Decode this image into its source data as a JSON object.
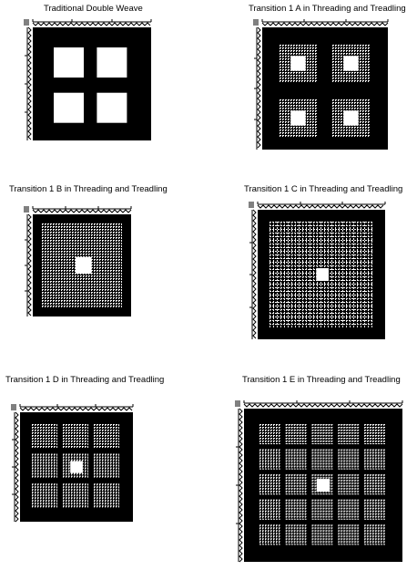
{
  "panels": [
    {
      "id": "p1",
      "title": "Traditional Double Weave",
      "type": "traditional"
    },
    {
      "id": "p2",
      "title": "Transition 1 A in Threading and Treadling",
      "type": "A"
    },
    {
      "id": "p3",
      "title": "Transition 1 B in Threading and Treadling",
      "type": "B"
    },
    {
      "id": "p4",
      "title": "Transition 1 C in Threading and Treadling",
      "type": "C"
    },
    {
      "id": "p5",
      "title": "Transition 1 D in Threading and Treadling",
      "type": "D"
    },
    {
      "id": "p6",
      "title": "Transition 1 E in Threading and Treadling",
      "type": "E"
    }
  ],
  "colors": {
    "ink": "#000000",
    "paper": "#ffffff"
  }
}
